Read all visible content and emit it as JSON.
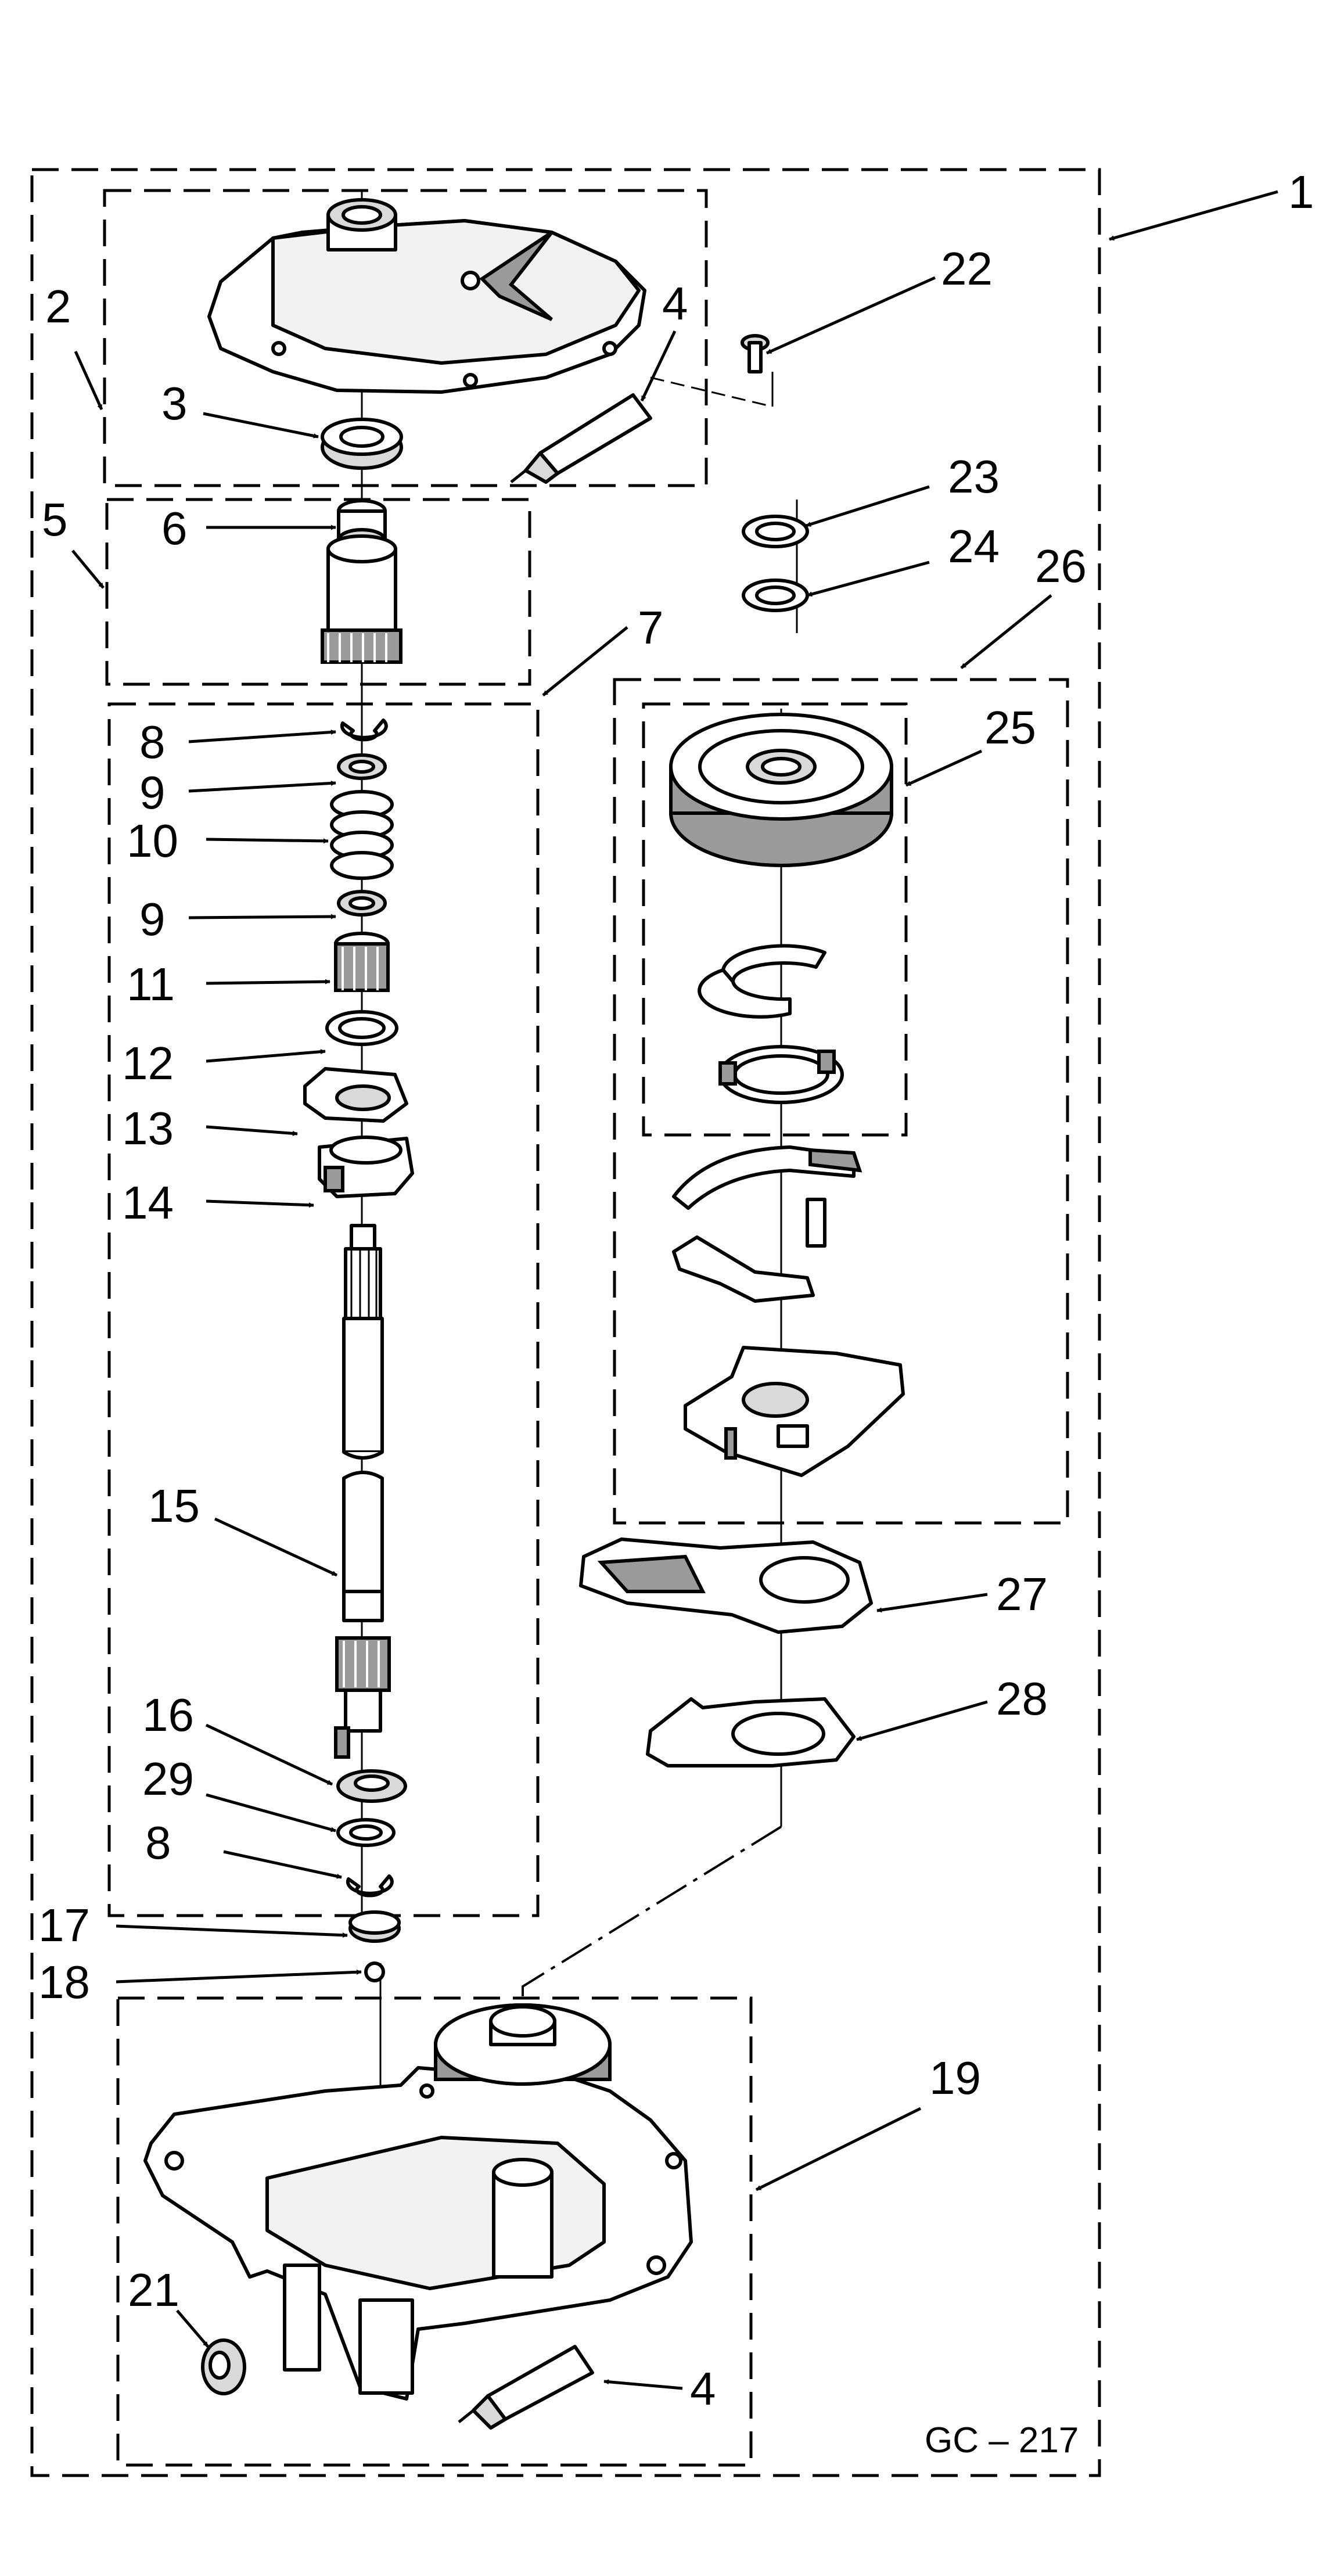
{
  "labels": {
    "l1": "1",
    "l2": "2",
    "l3": "3",
    "l4a": "4",
    "l4b": "4",
    "l5": "5",
    "l6": "6",
    "l7": "7",
    "l8a": "8",
    "l8b": "8",
    "l9a": "9",
    "l9b": "9",
    "l10": "10",
    "l11": "11",
    "l12": "12",
    "l13": "13",
    "l14": "14",
    "l15": "15",
    "l16": "16",
    "l17": "17",
    "l18": "18",
    "l19": "19",
    "l21": "21",
    "l22": "22",
    "l23": "23",
    "l24": "24",
    "l25": "25",
    "l26": "26",
    "l27": "27",
    "l28": "28",
    "l29": "29"
  },
  "drawing_code": "GC – 217"
}
